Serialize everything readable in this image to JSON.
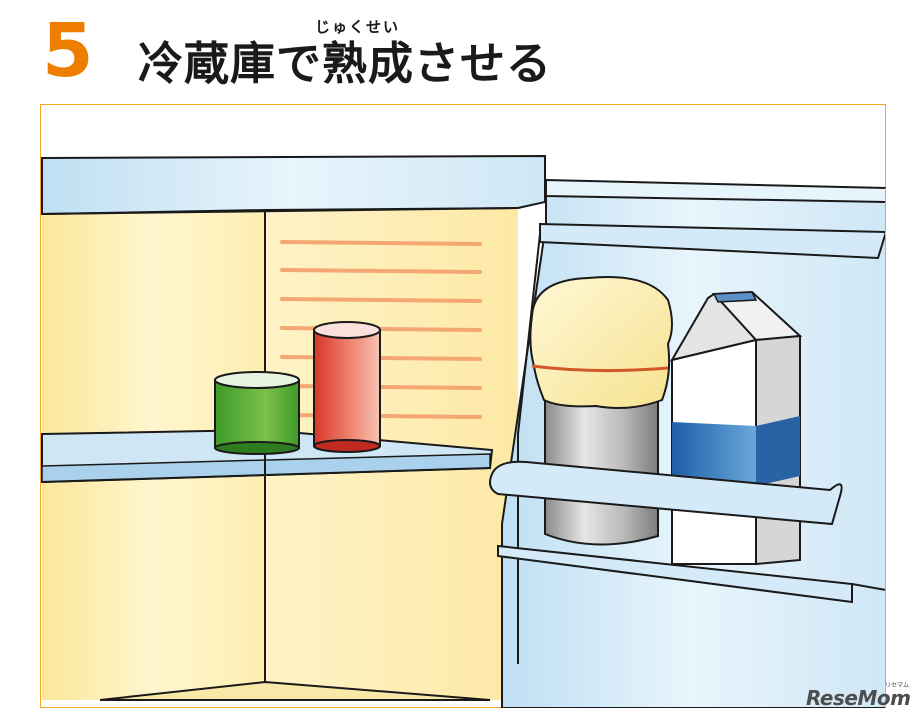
{
  "header": {
    "step_number": "5",
    "title": "冷蔵庫で熟成させる",
    "ruby": "じゅくせい"
  },
  "brand": {
    "logo_text": "ReseMom",
    "logo_ruby": "リセマム"
  },
  "colors": {
    "accent": "#ef7d00",
    "frame_border": "#f5a623",
    "fridge_interior": "#fdf1b8",
    "fridge_body": "#d7ecf8",
    "heater_lines": "#f4a773"
  },
  "icons": {
    "green_can": "green-can-icon",
    "red_can": "red-can-icon",
    "covered_pot": "covered-pot-icon",
    "milk_carton": "milk-carton-icon"
  }
}
